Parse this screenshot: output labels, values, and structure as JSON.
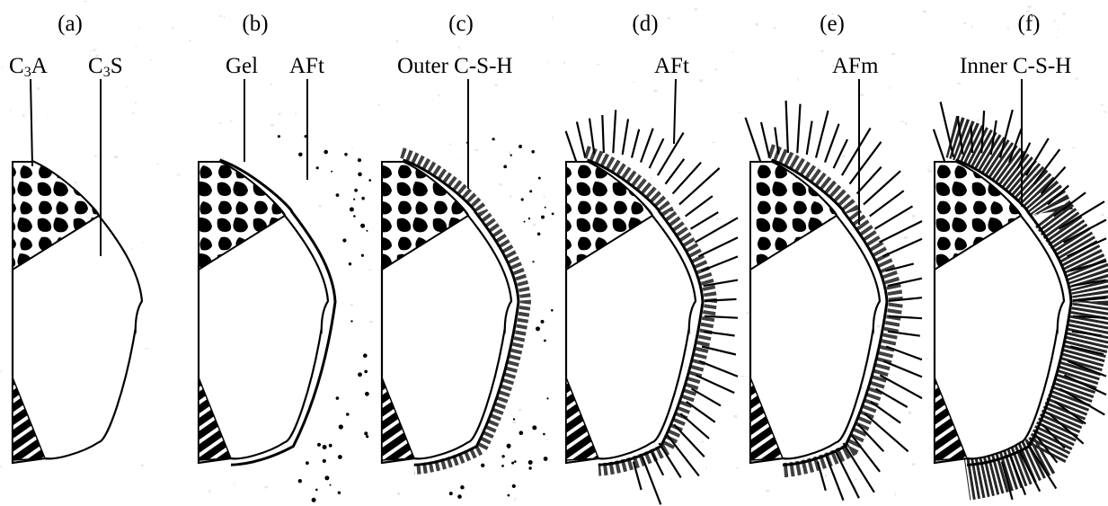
{
  "panels": [
    {
      "id": "(a)",
      "labels": [
        {
          "main": "C",
          "sub": "3",
          "rest": "A"
        },
        {
          "main": "C",
          "sub": "3",
          "rest": "S"
        }
      ]
    },
    {
      "id": "(b)",
      "labels": [
        {
          "text": "Gel"
        },
        {
          "text": "AFt"
        }
      ]
    },
    {
      "id": "(c)",
      "labels": [
        {
          "text": "Outer C-S-H"
        }
      ]
    },
    {
      "id": "(d)",
      "labels": [
        {
          "text": "AFt"
        }
      ]
    },
    {
      "id": "(e)",
      "labels": [
        {
          "text": "AFm"
        }
      ]
    },
    {
      "id": "(f)",
      "labels": [
        {
          "text": "Inner C-S-H"
        }
      ]
    }
  ],
  "colors": {
    "background": "#ffffff",
    "ink": "#000000",
    "speckle": "#e6e6e6"
  }
}
